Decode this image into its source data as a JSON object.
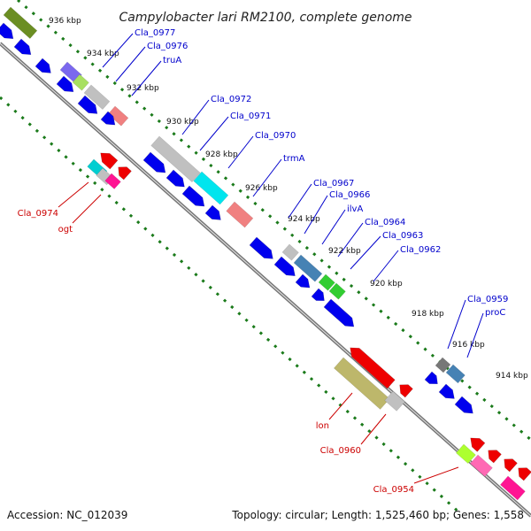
{
  "title": "Campylobacter lari RM2100, complete genome",
  "footer": {
    "accession": "Accession: NC_012039",
    "topology": "Topology: circular; Length: 1,525,460 bp; Genes: 1,558"
  },
  "colors": {
    "forward_label": "#0000cc",
    "reverse_label": "#cc0000",
    "backbone": "#777777",
    "tick": "#1a7a1a"
  },
  "kbp_ticks": [
    {
      "label": "936 kbp",
      "kbp": 936
    },
    {
      "label": "934 kbp",
      "kbp": 934
    },
    {
      "label": "932 kbp",
      "kbp": 932
    },
    {
      "label": "930 kbp",
      "kbp": 930
    },
    {
      "label": "928 kbp",
      "kbp": 928
    },
    {
      "label": "926 kbp",
      "kbp": 926
    },
    {
      "label": "924 kbp",
      "kbp": 924
    },
    {
      "label": "922 kbp",
      "kbp": 922
    },
    {
      "label": "920 kbp",
      "kbp": 920
    },
    {
      "label": "918 kbp",
      "kbp": 918
    },
    {
      "label": "916 kbp",
      "kbp": 916
    },
    {
      "label": "914 kbp",
      "kbp": 914
    }
  ],
  "gene_labels_forward": [
    "Cla_0977",
    "Cla_0976",
    "truA",
    "Cla_0972",
    "Cla_0971",
    "Cla_0970",
    "trmA",
    "Cla_0967",
    "Cla_0966",
    "ilvA",
    "Cla_0964",
    "Cla_0963",
    "Cla_0962",
    "Cla_0959",
    "proC"
  ],
  "gene_labels_reverse": [
    "Cla_0974",
    "ogt",
    "lon",
    "Cla_0960",
    "Cla_0954"
  ]
}
